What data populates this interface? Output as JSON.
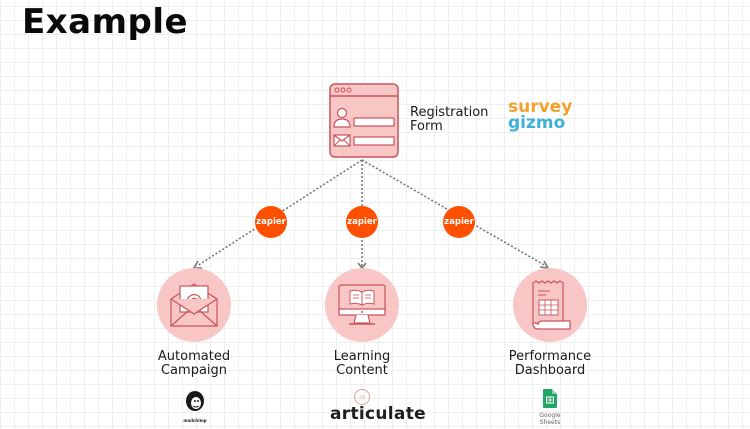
{
  "title": "Example",
  "source": {
    "label_line1": "Registration",
    "label_line2": "Form",
    "icon": "registration-form-icon",
    "tool": {
      "line1": "survey",
      "line2": "gizmo",
      "colors": {
        "survey": "#f3a12b",
        "gizmo": "#3fb1d8"
      }
    }
  },
  "connector": {
    "label": "zapier",
    "color": "#ff4f00"
  },
  "targets": [
    {
      "label_line1": "Automated",
      "label_line2": "Campaign",
      "icon": "email-envelope-icon",
      "tool": "mailchimp"
    },
    {
      "label_line1": "Learning",
      "label_line2": "Content",
      "icon": "monitor-book-icon",
      "tool": "articulate",
      "tool_badge": "rs"
    },
    {
      "label_line1": "Performance",
      "label_line2": "Dashboard",
      "icon": "receipt-spreadsheet-icon",
      "tool": "Google Sheets"
    }
  ],
  "colors": {
    "accent_fill": "#f8c7c5",
    "accent_stroke": "#c9545c",
    "grid": "#eeeeee"
  }
}
